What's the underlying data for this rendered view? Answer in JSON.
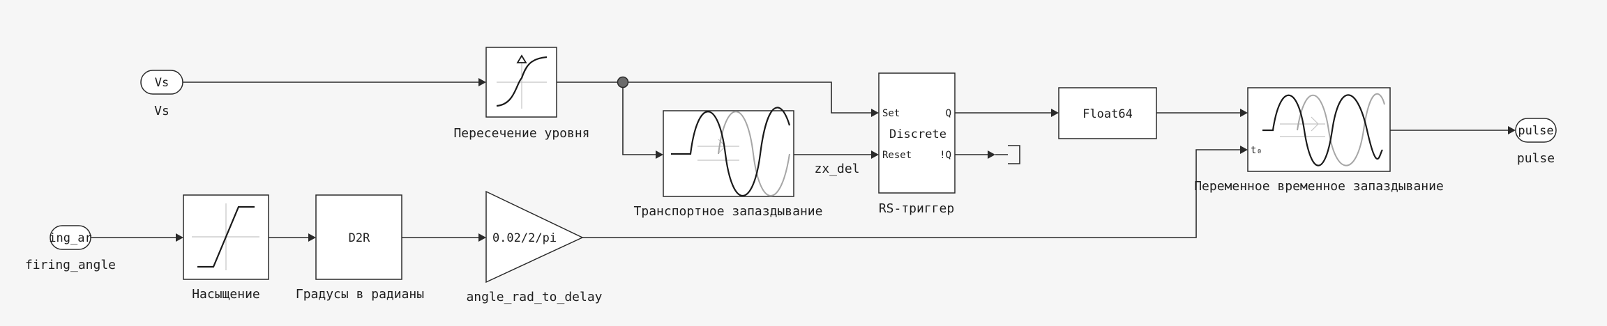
{
  "blocks": {
    "vs_port": {
      "text": "Vs",
      "label": "Vs"
    },
    "level_crossing": {
      "label": "Пересечение уровня"
    },
    "transport_delay": {
      "label": "Транспортное запаздывание"
    },
    "rs_trigger": {
      "label": "RS-триггер",
      "center_text": "Discrete",
      "port_set": "Set",
      "port_reset": "Reset",
      "port_q": "Q",
      "port_nq": "!Q"
    },
    "float64": {
      "text": "Float64"
    },
    "variable_delay": {
      "label": "Переменное временное запаздывание",
      "port_t0": "t₀"
    },
    "pulse_port": {
      "text": "pulse",
      "label": "pulse"
    },
    "firing_angle_port": {
      "text": "ing_ar",
      "label": "firing_angle"
    },
    "saturation": {
      "label": "Насыщение"
    },
    "d2r": {
      "text": "D2R",
      "label": "Градусы в радианы"
    },
    "gain": {
      "text": "0.02/2/pi",
      "label": "angle_rad_to_delay"
    }
  },
  "signals": {
    "zx_del": "zx_del"
  },
  "icons": [
    "level-crossing-icon",
    "transport-delay-icon",
    "saturation-icon",
    "variable-delay-icon",
    "terminator-icon"
  ],
  "colors": {
    "background": "#f6f6f6",
    "block_fill": "#ffffff",
    "stroke": "#2a2a2a",
    "secondary_wave": "#a6a6a6"
  }
}
